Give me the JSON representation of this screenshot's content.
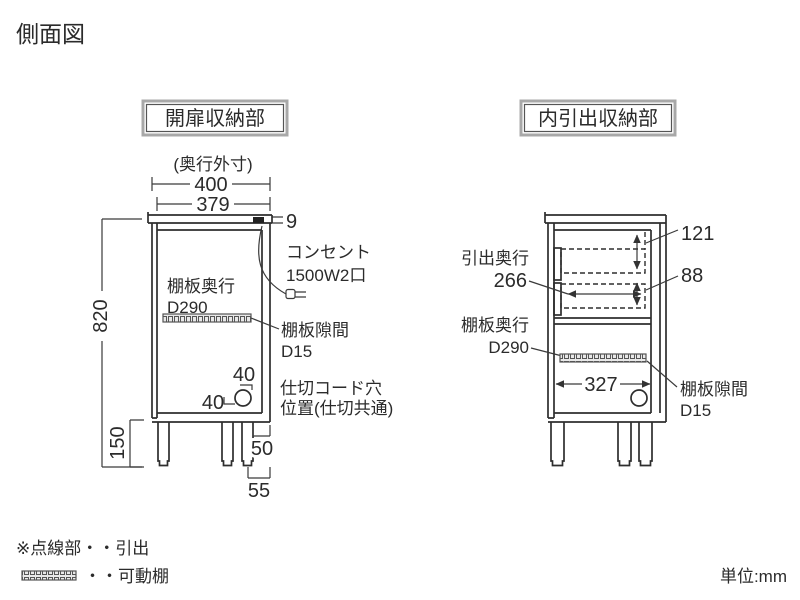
{
  "page": {
    "title": "側面図",
    "unit": "単位:mm"
  },
  "colors": {
    "line": "#2e2e2e",
    "box_border": "#a8a8a8",
    "hatch": "#555555"
  },
  "legend": {
    "dotted_note": "※点線部・・引出",
    "shelf_note": "・・可動棚"
  },
  "left": {
    "header": "開扉収納部",
    "depth_caption": "(奥行外寸)",
    "d400": "400",
    "d379": "379",
    "d9": "9",
    "d820": "820",
    "d150": "150",
    "d40_top": "40",
    "d40_side": "40",
    "d50": "50",
    "d55": "55",
    "shelf_depth_label": "棚板奥行",
    "shelf_depth_value": "D290",
    "outlet_line1": "コンセント",
    "outlet_line2": "1500W2口",
    "gap_label": "棚板隙間",
    "gap_value": "D15",
    "hole_line1": "仕切コード穴",
    "hole_line2": "位置(仕切共通)"
  },
  "right": {
    "header": "内引出収納部",
    "d121": "121",
    "d88": "88",
    "drawer_depth_label": "引出奥行",
    "drawer_depth_value": "266",
    "shelf_depth_label": "棚板奥行",
    "shelf_depth_value": "D290",
    "d327": "327",
    "gap_label": "棚板隙間",
    "gap_value": "D15"
  }
}
